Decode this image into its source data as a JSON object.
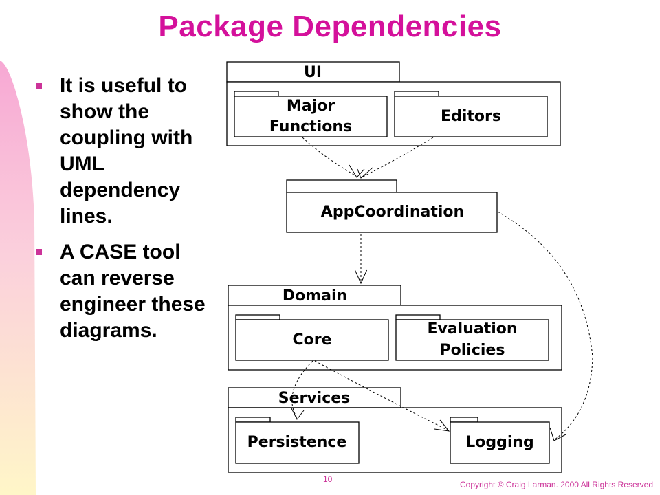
{
  "title": "Package Dependencies",
  "bullets": [
    "It is useful to show the coupling with UML dependency lines.",
    "A CASE tool can reverse engineer these diagrams."
  ],
  "packages": {
    "ui": "UI",
    "major_functions": [
      "Major",
      "Functions"
    ],
    "editors": "Editors",
    "app_coordination": "AppCoordination",
    "domain": "Domain",
    "core": "Core",
    "evaluation_policies": [
      "Evaluation",
      "Policies"
    ],
    "services": "Services",
    "persistence": "Persistence",
    "logging": "Logging"
  },
  "footer": {
    "page_number": "10",
    "copyright": "Copyright © Craig Larman. 2000  All Rights Reserved"
  },
  "colors": {
    "title": "#d4119b",
    "bullet": "#cc3399",
    "band_top": "#f7a8d4",
    "band_bottom": "#fff6c8"
  }
}
